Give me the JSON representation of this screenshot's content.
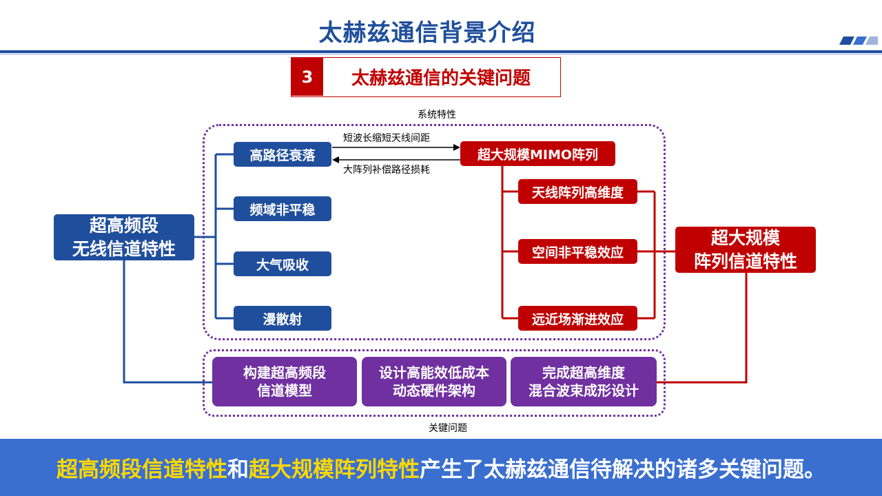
{
  "header": {
    "title": "太赫兹通信背景介绍"
  },
  "section": {
    "number": "3",
    "title": "太赫兹通信的关键问题"
  },
  "diagram": {
    "system_label": "系统特性",
    "key_label": "关键问题",
    "left_main": {
      "line1": "超高频段",
      "line2": "无线信道特性"
    },
    "right_main": {
      "line1": "超大规模",
      "line2": "阵列信道特性"
    },
    "left_items": [
      "高路径衰落",
      "频域非平稳",
      "大气吸收",
      "漫散射"
    ],
    "mimo": "超大规模MIMO阵列",
    "right_items": [
      "天线阵列高维度",
      "空间非平稳效应",
      "远近场渐进效应"
    ],
    "arrow_top": "短波长缩短天线间距",
    "arrow_bottom": "大阵列补偿路径损耗",
    "problems": [
      {
        "line1": "构建超高频段",
        "line2": "信道模型"
      },
      {
        "line1": "设计高能效低成本",
        "line2": "动态硬件架构"
      },
      {
        "line1": "完成超高维度",
        "line2": "混合波束成形设计"
      }
    ]
  },
  "footer": {
    "part1": "超高频段信道特性",
    "part2": "和",
    "part3": "超大规模阵列特性",
    "part4": "产生了太赫兹通信待解决的诸多关键问题。"
  },
  "colors": {
    "blue": "#1f4e9c",
    "red": "#c00000",
    "purple": "#7030a0",
    "footer_bg": "#3a6fd0",
    "highlight": "#ffd800"
  }
}
